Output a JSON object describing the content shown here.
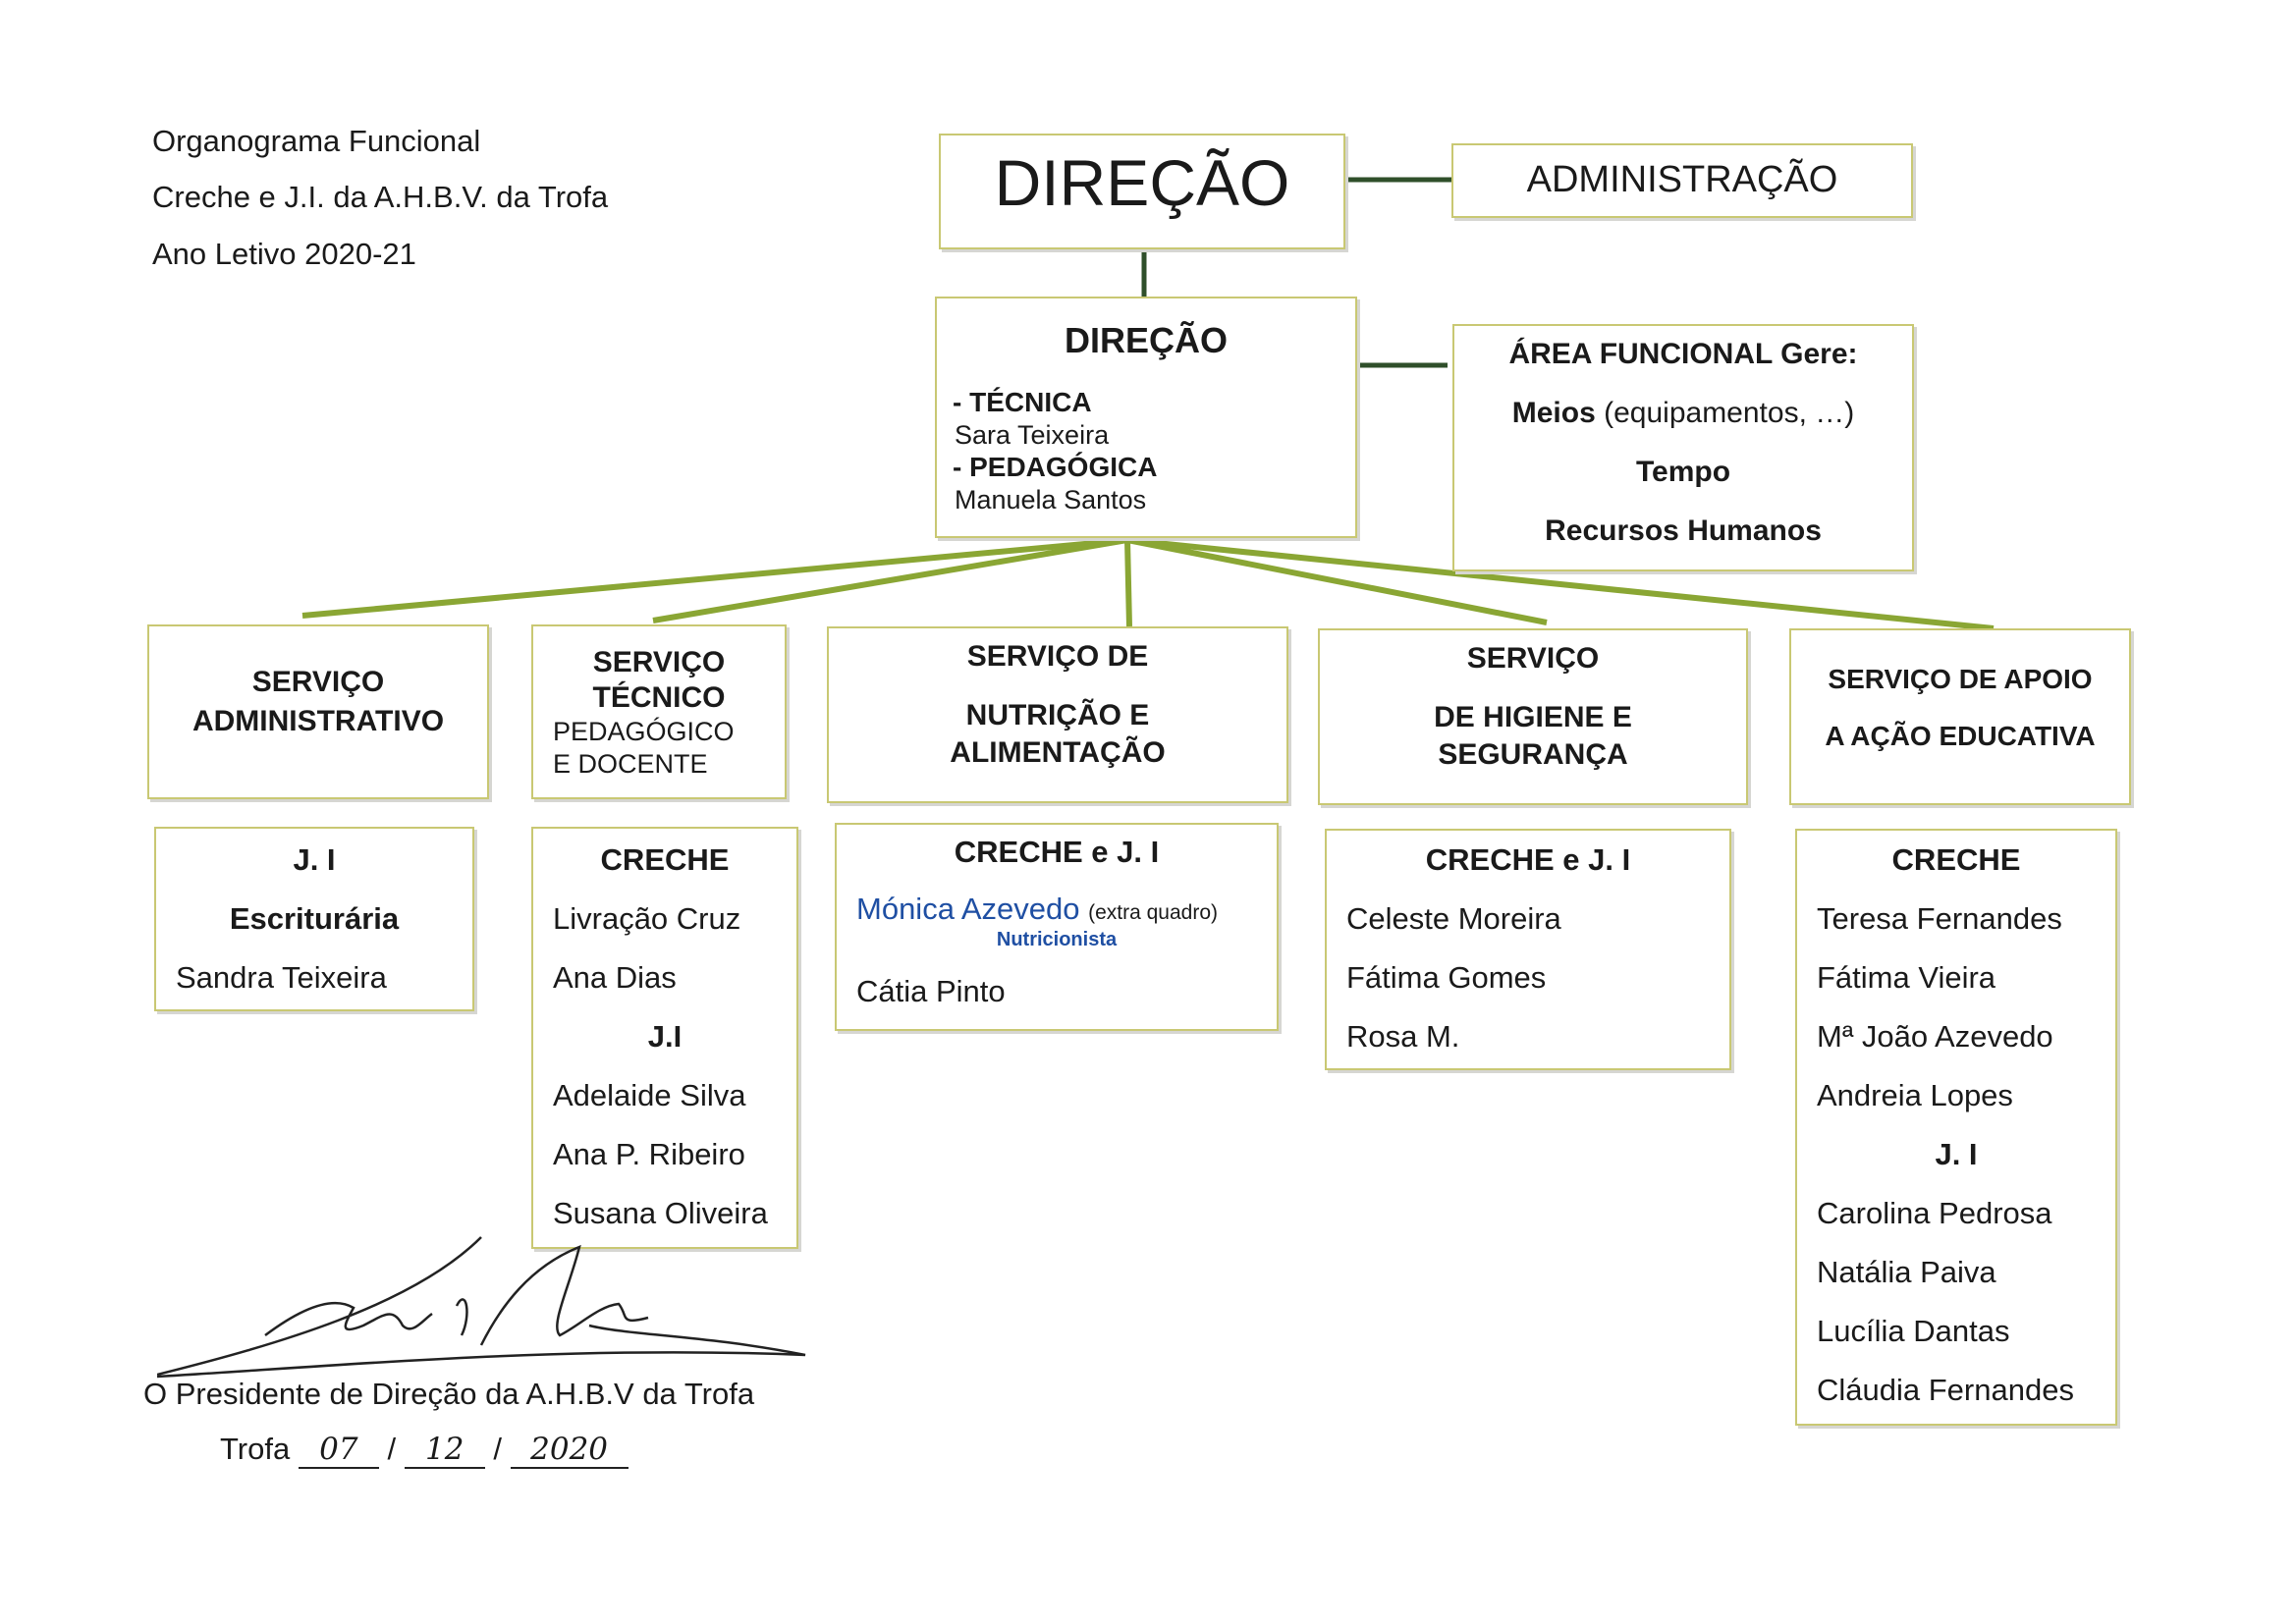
{
  "header": {
    "line1": "Organograma Funcional",
    "line2": "Creche e J.I. da A.H.B.V. da Trofa",
    "line3": "Ano Letivo 2020-21"
  },
  "top": {
    "direcao": "DIREÇÃO",
    "administracao": "ADMINISTRAÇÃO"
  },
  "direcao_tecnica": {
    "title": "DIREÇÃO",
    "tecnica_label": "- TÉCNICA",
    "tecnica_name": "Sara Teixeira",
    "pedagogica_label": "- PEDAGÓGICA",
    "pedagogica_name": "Manuela Santos"
  },
  "area_funcional": {
    "title": "ÁREA FUNCIONAL Gere:",
    "meios_bold": "Meios",
    "meios_rest": " (equipamentos, …)",
    "tempo": "Tempo",
    "rh": "Recursos Humanos"
  },
  "services": {
    "administrativo": {
      "line1": "SERVIÇO",
      "line2": "ADMINISTRATIVO"
    },
    "tecnico": {
      "line1": "SERVIÇO",
      "line2": "TÉCNICO",
      "line3": "PEDAGÓGICO",
      "line4": "E DOCENTE"
    },
    "nutricao": {
      "line1": "SERVIÇO DE",
      "line2": "NUTRIÇÃO E",
      "line3": "ALIMENTAÇÃO"
    },
    "higiene": {
      "line1": "SERVIÇO",
      "line2": "DE HIGIENE E",
      "line3": "SEGURANÇA"
    },
    "apoio": {
      "line1": "SERVIÇO DE APOIO",
      "line2": "A AÇÃO EDUCATIVA"
    }
  },
  "staff": {
    "administrativo": {
      "title": "J. I",
      "role": "Escriturária",
      "name": "Sandra Teixeira"
    },
    "tecnico": {
      "creche_title": "CRECHE",
      "creche": [
        "Livração Cruz",
        "Ana Dias"
      ],
      "ji_title": "J.I",
      "ji": [
        "Adelaide Silva",
        "Ana P. Ribeiro",
        "Susana Oliveira"
      ]
    },
    "nutricao": {
      "title": "CRECHE e J. I",
      "nutri_name": "Mónica Azevedo",
      "nutri_note": "(extra quadro)",
      "nutri_role": "Nutricionista",
      "other": "Cátia Pinto"
    },
    "higiene": {
      "title": "CRECHE e J. I",
      "names": [
        "Celeste Moreira",
        "Fátima Gomes",
        "Rosa M."
      ]
    },
    "apoio": {
      "creche_title": "CRECHE",
      "creche": [
        "Teresa Fernandes",
        "Fátima Vieira",
        "Mª João Azevedo",
        "Andreia Lopes"
      ],
      "ji_title": "J. I",
      "ji": [
        "Carolina Pedrosa",
        "Natália Paiva",
        "Lucília Dantas",
        "Cláudia Fernandes"
      ]
    }
  },
  "footer": {
    "president": "O Presidente de Direção da A.H.B.V da Trofa",
    "place": "Trofa",
    "day": "07",
    "month": "12",
    "year": "2020"
  },
  "colors": {
    "box_border": "#c9c873",
    "connector_green": "#8aa634",
    "connector_dark": "#2f4f2a",
    "nutri_blue": "#1f4fa3"
  }
}
